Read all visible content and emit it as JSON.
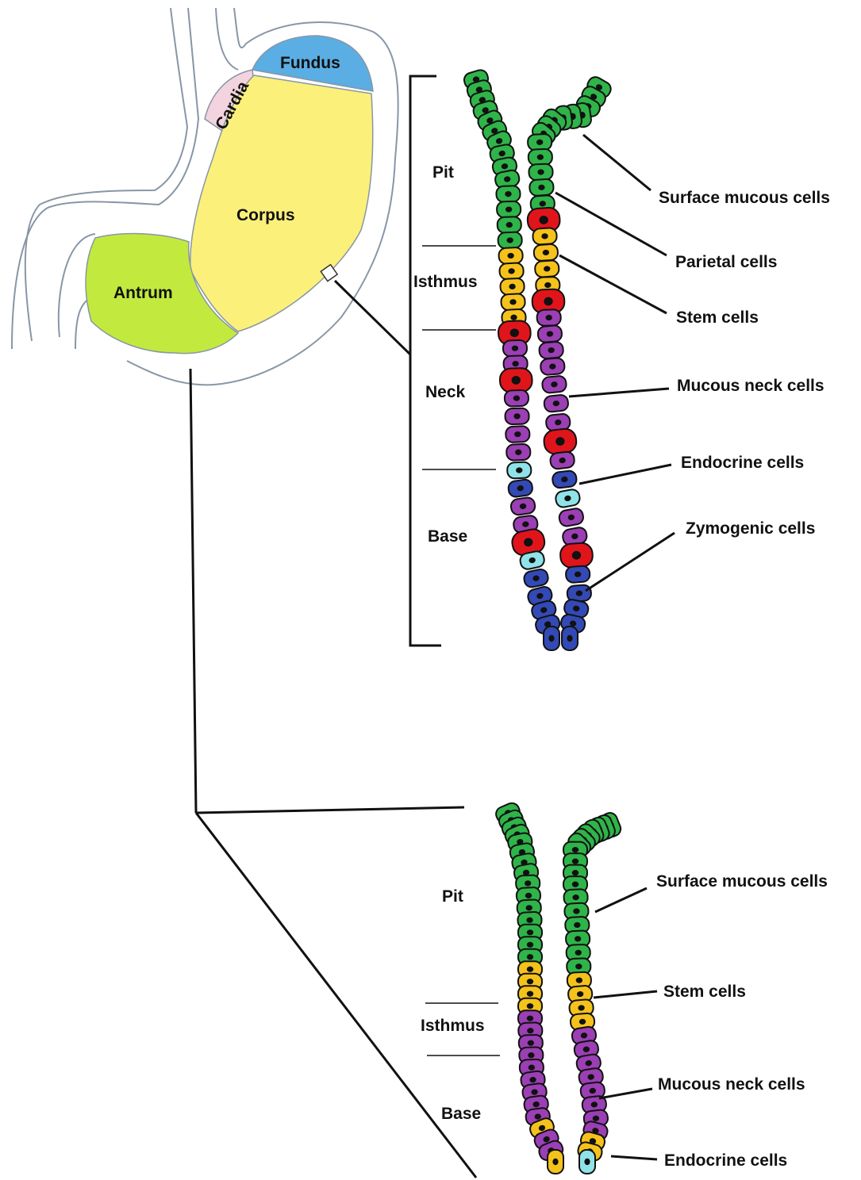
{
  "stomach": {
    "regions": {
      "fundus": "Fundus",
      "cardia": "Cardia",
      "corpus": "Corpus",
      "antrum": "Antrum"
    },
    "colors": {
      "fundus": "#5aaee3",
      "cardia": "#f3d3de",
      "corpus": "#fbf07a",
      "antrum": "#c2ea3e",
      "outline": "#8896a6"
    }
  },
  "corpus_gland": {
    "zones": [
      "Pit",
      "Isthmus",
      "Neck",
      "Base"
    ],
    "cell_labels": [
      "Surface mucous cells",
      "Parietal cells",
      "Stem cells",
      "Mucous neck cells",
      "Endocrine cells",
      "Zymogenic cells"
    ]
  },
  "antrum_gland": {
    "zones": [
      "Pit",
      "Isthmus",
      "Base"
    ],
    "cell_labels": [
      "Surface mucous cells",
      "Stem cells",
      "Mucous neck cells",
      "Endocrine cells"
    ]
  },
  "cell_colors": {
    "surface_mucous": "#2fb44a",
    "parietal": "#e0151b",
    "stem": "#f5c21b",
    "mucous_neck": "#9b3fb4",
    "endocrine": "#8fe3e8",
    "zymogenic": "#3349b5"
  }
}
